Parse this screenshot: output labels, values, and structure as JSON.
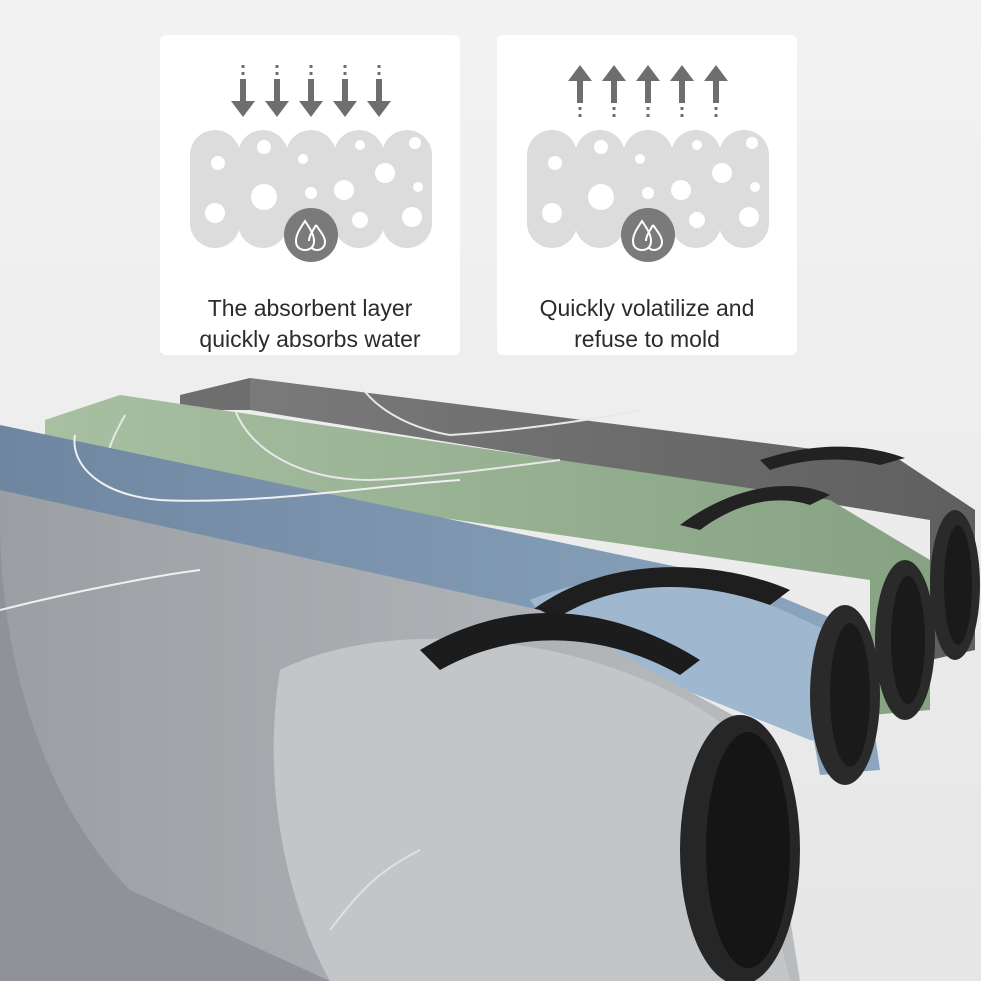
{
  "panels": [
    {
      "id": "absorb",
      "arrow_direction": "down",
      "icon": "water-drops-icon",
      "caption_line1": "The absorbent layer",
      "caption_line2": "quickly absorbs water"
    },
    {
      "id": "volatilize",
      "arrow_direction": "up",
      "icon": "water-drops-icon",
      "caption_line1": "Quickly volatilize and",
      "caption_line2": "refuse to mold"
    }
  ],
  "product": {
    "description": "Four rolled absorbent mats",
    "colors": {
      "light_gray": "#a9acae",
      "blue": "#7d93ab",
      "green": "#8aa58a",
      "dark_gray": "#6b6b6b",
      "backing": "#1f1f1f"
    }
  },
  "colors": {
    "background": "#efefef",
    "panel": "#ffffff",
    "arrow": "#6e6e6e",
    "foam": "#dcdcdc",
    "icon_circle": "#7a7a7a",
    "caption": "#2b2b2b"
  }
}
